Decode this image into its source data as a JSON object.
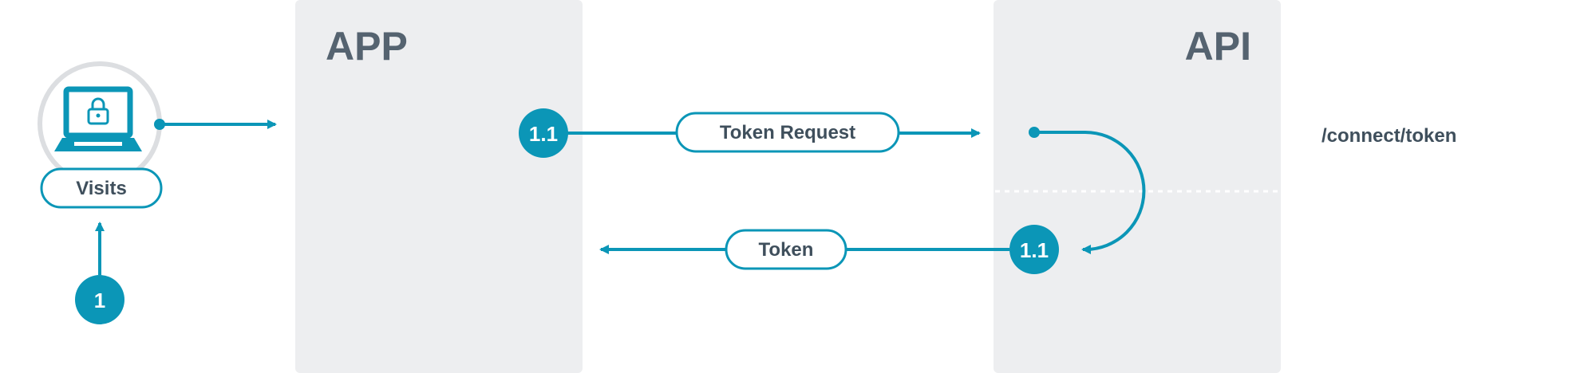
{
  "panels": {
    "app_title": "APP",
    "api_title": "API"
  },
  "user": {
    "visits_label": "Visits",
    "step_badge": "1"
  },
  "flow": {
    "request_step": "1.1",
    "request_label": "Token Request",
    "response_label": "Token",
    "response_step": "1.1",
    "endpoint": "/connect/token"
  },
  "colors": {
    "accent": "#0b96b7",
    "panel": "#edeef0",
    "text": "#3f4f5c",
    "circle_ring": "#dcdee1"
  }
}
